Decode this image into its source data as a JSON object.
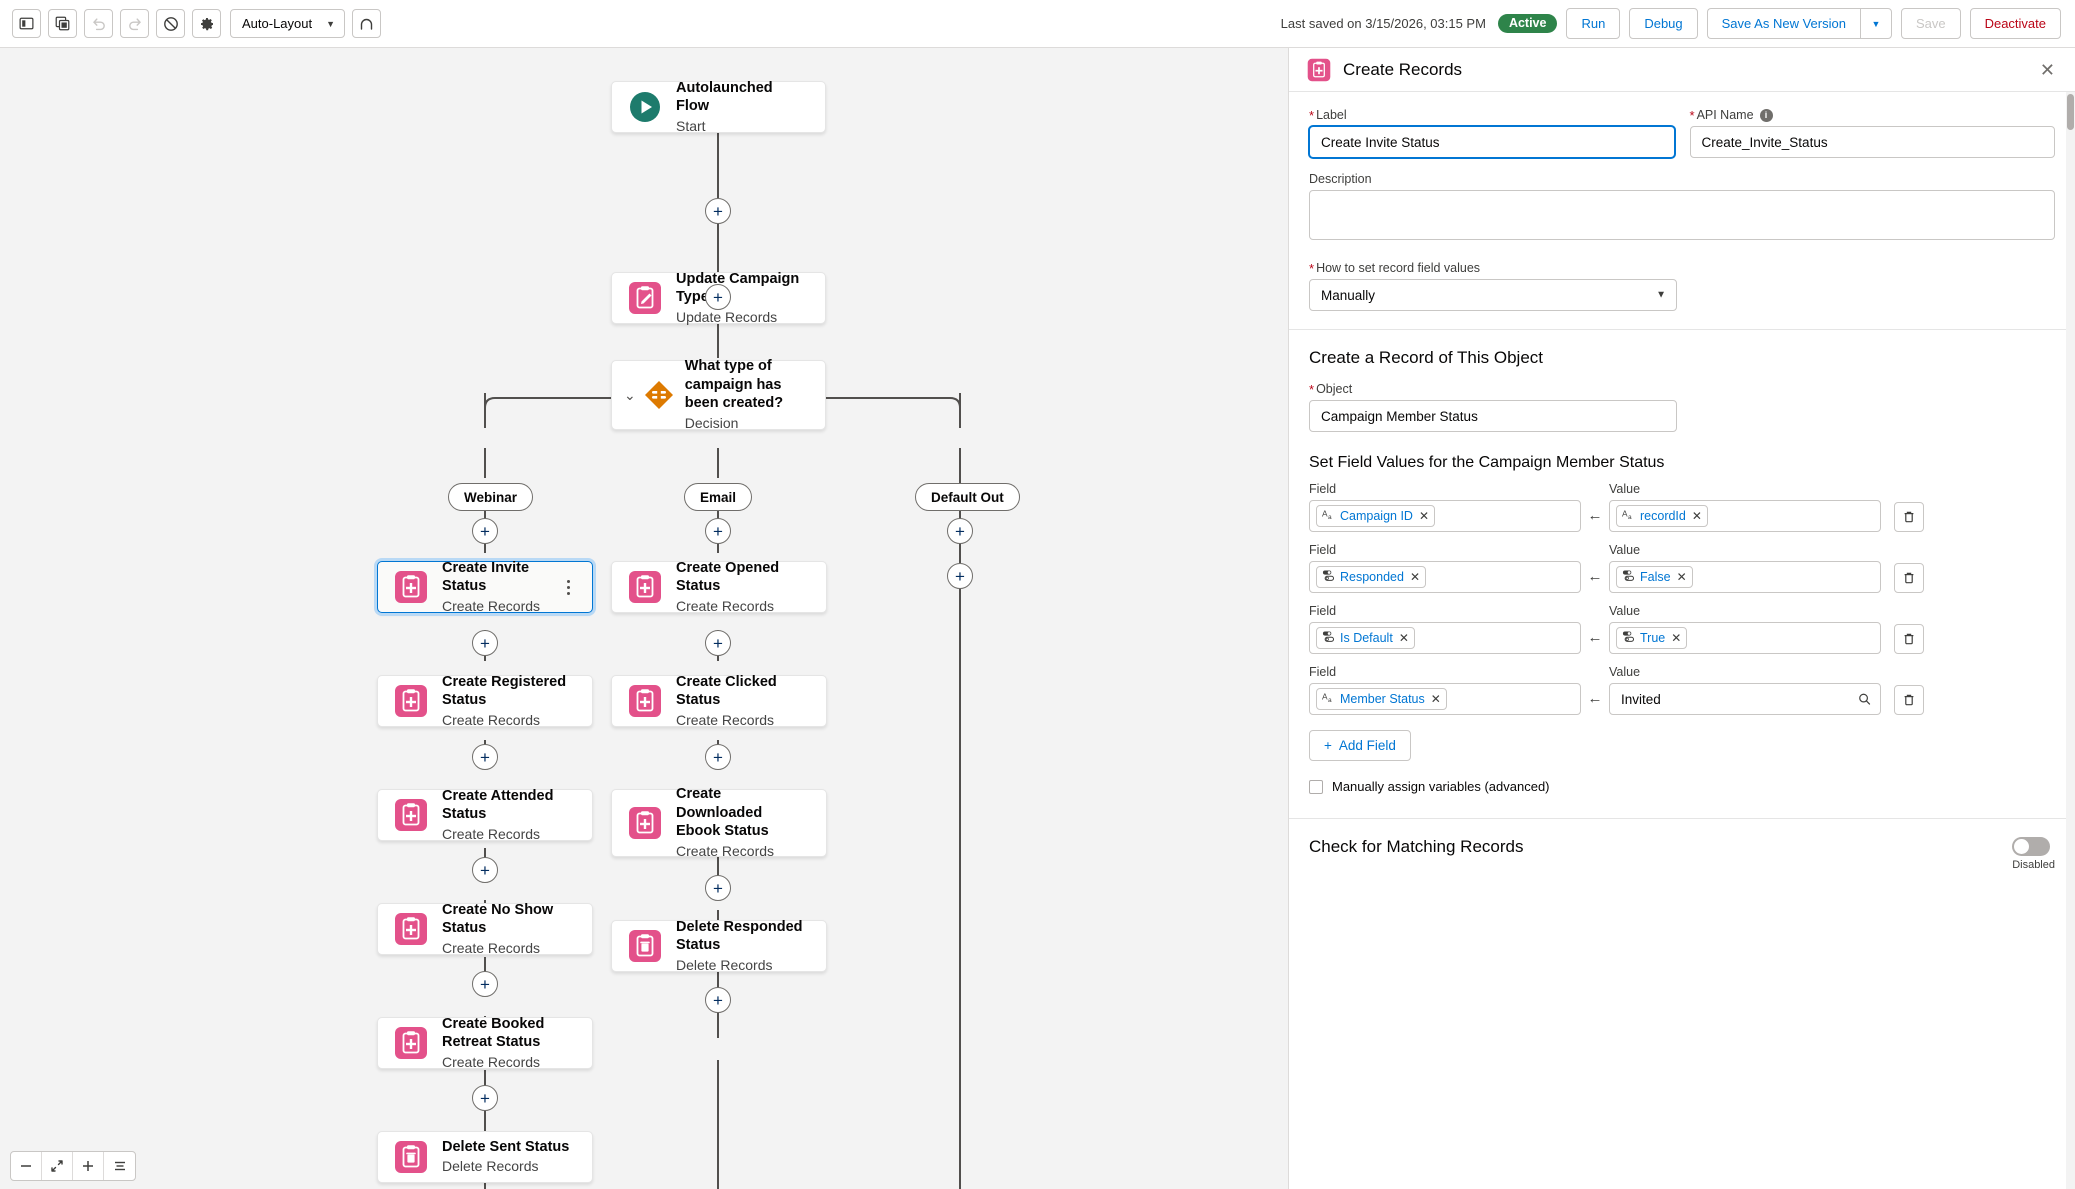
{
  "toolbar": {
    "left_buttons": [
      {
        "name": "toggle-left-panel",
        "icon": "panel-left-icon"
      },
      {
        "name": "copy-elements",
        "icon": "copy-icon"
      },
      {
        "name": "undo",
        "icon": "undo-icon",
        "disabled": true
      },
      {
        "name": "redo",
        "icon": "redo-icon",
        "disabled": true
      },
      {
        "name": "no-entry",
        "icon": "prohibited-icon"
      },
      {
        "name": "settings",
        "icon": "gear-icon"
      }
    ],
    "layout_select": "Auto-Layout",
    "end_button_icon": "undo-arrow-icon",
    "saved_text": "Last saved on 3/15/2026, 03:15 PM",
    "status_badge": "Active",
    "run_label": "Run",
    "debug_label": "Debug",
    "save_as_new_version_label": "Save As New Version",
    "save_label": "Save",
    "deactivate_label": "Deactivate",
    "colors": {
      "active_green": "#2e844a",
      "link_blue": "#0176d3",
      "danger_red": "#ba0517"
    }
  },
  "canvas": {
    "nodes": [
      {
        "id": "start",
        "title": "Autolaunched Flow",
        "subtitle": "Start",
        "icon": "start-play-icon"
      },
      {
        "id": "update",
        "title": "Update Campaign Type",
        "subtitle": "Update Records",
        "icon": "update-records-icon"
      },
      {
        "id": "decision",
        "title": "What type of campaign has been created?",
        "subtitle": "Decision",
        "icon": "decision-diamond-icon"
      },
      {
        "id": "w1",
        "title": "Create Invite Status",
        "subtitle": "Create Records",
        "icon": "create-records-icon",
        "selected": true
      },
      {
        "id": "w2",
        "title": "Create Registered Status",
        "subtitle": "Create Records",
        "icon": "create-records-icon"
      },
      {
        "id": "w3",
        "title": "Create Attended Status",
        "subtitle": "Create Records",
        "icon": "create-records-icon"
      },
      {
        "id": "w4",
        "title": "Create No Show Status",
        "subtitle": "Create Records",
        "icon": "create-records-icon"
      },
      {
        "id": "w5",
        "title": "Create Booked Retreat Status",
        "subtitle": "Create Records",
        "icon": "create-records-icon"
      },
      {
        "id": "w6",
        "title": "Delete Sent Status",
        "subtitle": "Delete Records",
        "icon": "delete-records-icon"
      },
      {
        "id": "e1",
        "title": "Create Opened Status",
        "subtitle": "Create Records",
        "icon": "create-records-icon"
      },
      {
        "id": "e2",
        "title": "Create Clicked Status",
        "subtitle": "Create Records",
        "icon": "create-records-icon"
      },
      {
        "id": "e3",
        "title": "Create Downloaded Ebook Status",
        "subtitle": "Create Records",
        "icon": "create-records-icon"
      },
      {
        "id": "e4",
        "title": "Delete Responded Status",
        "subtitle": "Delete Records",
        "icon": "delete-records-icon"
      }
    ],
    "branches": [
      {
        "id": "b-webinar",
        "label": "Webinar"
      },
      {
        "id": "b-email",
        "label": "Email"
      },
      {
        "id": "b-default",
        "label": "Default Out"
      }
    ],
    "zoom_controls": [
      {
        "name": "zoom-out-button",
        "icon": "minus-icon"
      },
      {
        "name": "fit-to-screen-button",
        "icon": "expand-arrows-icon"
      },
      {
        "name": "zoom-in-button",
        "icon": "plus-icon"
      },
      {
        "name": "zoom-to-fit-button",
        "icon": "list-align-icon"
      }
    ]
  },
  "panel": {
    "title": "Create Records",
    "header_icon": "create-records-icon",
    "close_icon": "close-icon",
    "label_field": {
      "label": "Label",
      "value": "Create Invite Status",
      "required": true
    },
    "api_name_field": {
      "label": "API Name",
      "value": "Create_Invite_Status",
      "required": true,
      "info_icon": "info-icon"
    },
    "description_field": {
      "label": "Description",
      "value": ""
    },
    "how_to_set": {
      "label": "How to set record field values",
      "value": "Manually",
      "required": true
    },
    "create_object_section": {
      "heading": "Create a Record of This Object",
      "object_label": "Object",
      "object_value": "Campaign Member Status"
    },
    "field_values_section": {
      "heading": "Set Field Values for the Campaign Member Status",
      "field_col_label": "Field",
      "value_col_label": "Value",
      "arrow_icon": "left-arrow-icon",
      "delete_icon": "trash-icon",
      "rows": [
        {
          "field": {
            "text": "Campaign ID",
            "type_icon": "text-type-icon"
          },
          "value": {
            "text": "recordId",
            "type_icon": "text-type-icon",
            "kind": "pill"
          }
        },
        {
          "field": {
            "text": "Responded",
            "type_icon": "boolean-type-icon"
          },
          "value": {
            "text": "False",
            "type_icon": "boolean-type-icon",
            "kind": "pill"
          }
        },
        {
          "field": {
            "text": "Is Default",
            "type_icon": "boolean-type-icon"
          },
          "value": {
            "text": "True",
            "type_icon": "boolean-type-icon",
            "kind": "pill"
          }
        },
        {
          "field": {
            "text": "Member Status",
            "type_icon": "text-type-icon"
          },
          "value": {
            "text": "Invited",
            "kind": "text",
            "search_icon": "search-icon"
          }
        }
      ],
      "add_field_label": "Add Field",
      "add_field_icon": "plus-icon"
    },
    "manual_assign": {
      "label": "Manually assign variables (advanced)",
      "checked": false
    },
    "matching_records": {
      "heading": "Check for Matching Records",
      "toggle_state": "Disabled",
      "enabled": false
    },
    "scrollbar": {
      "name": "panel-scrollbar"
    }
  }
}
